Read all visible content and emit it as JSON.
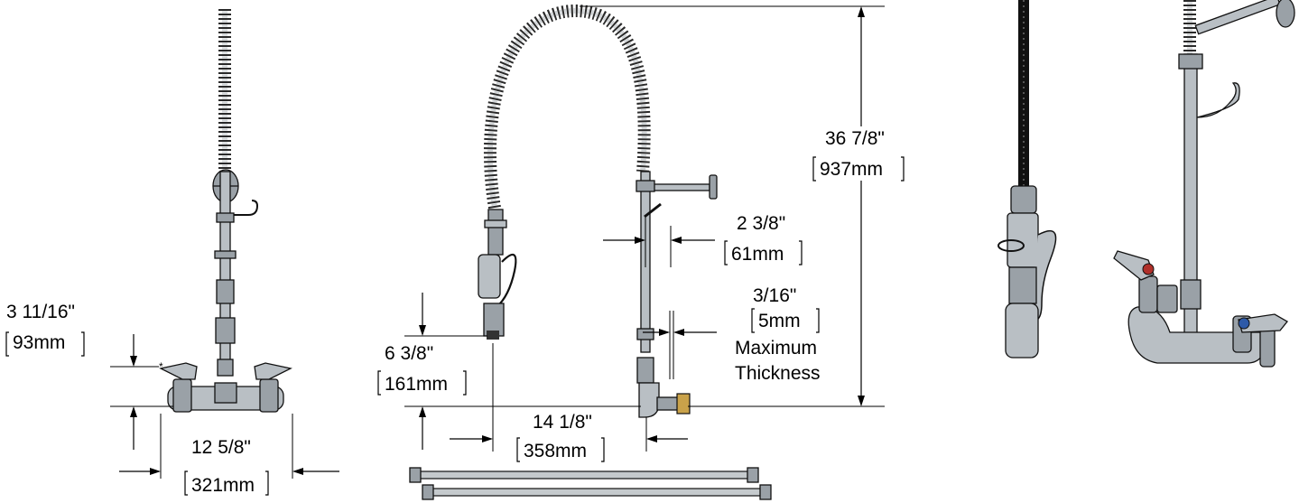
{
  "dimensions": {
    "handle_height": {
      "imperial": "3 11/16\"",
      "metric": "93mm"
    },
    "width": {
      "imperial": "12 5/8\"",
      "metric": "321mm"
    },
    "spout_height": {
      "imperial": "6 3/8\"",
      "metric": "161mm"
    },
    "spout_reach": {
      "imperial": "14 1/8\"",
      "metric": "358mm"
    },
    "overall_height": {
      "imperial": "36 7/8\"",
      "metric": "937mm"
    },
    "riser_offset": {
      "imperial": "2 3/8\"",
      "metric": "61mm"
    },
    "wall_thickness": {
      "imperial": "3/16\"",
      "metric": "5mm",
      "note_line1": "Maximum",
      "note_line2": "Thickness"
    }
  },
  "colors": {
    "hot_handle": "#b0302a",
    "cold_handle": "#2e5aa8",
    "chrome": "#b9bfc4",
    "brass": "#c9a24a"
  }
}
